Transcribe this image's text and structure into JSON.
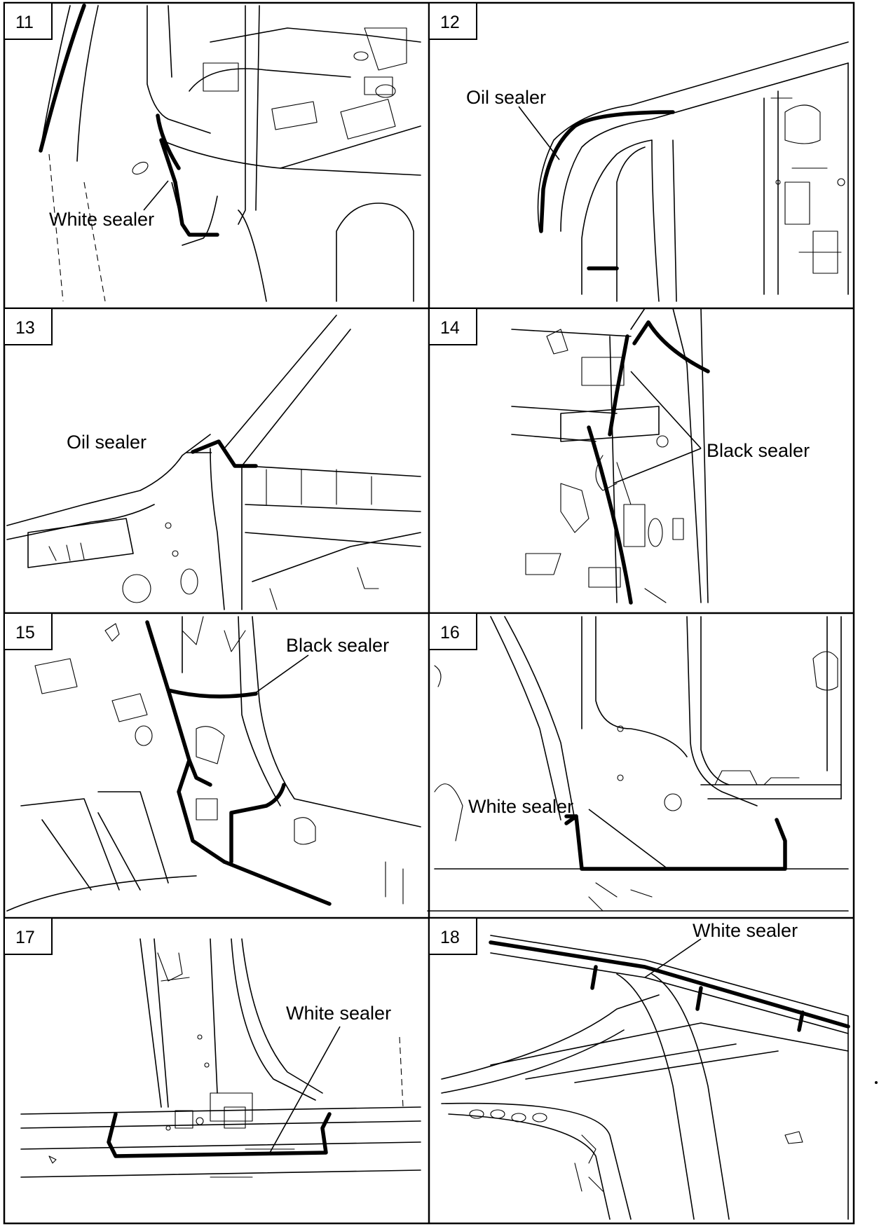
{
  "panels": [
    {
      "number": "11",
      "callouts": [
        "White sealer"
      ]
    },
    {
      "number": "12",
      "callouts": [
        "Oil  sealer"
      ]
    },
    {
      "number": "13",
      "callouts": [
        "Oil  sealer"
      ]
    },
    {
      "number": "14",
      "callouts": [
        "Black sealer"
      ]
    },
    {
      "number": "15",
      "callouts": [
        "Black sealer"
      ]
    },
    {
      "number": "16",
      "callouts": [
        "White sealer"
      ]
    },
    {
      "number": "17",
      "callouts": [
        "White sealer"
      ]
    },
    {
      "number": "18",
      "callouts": [
        "White sealer"
      ]
    }
  ]
}
